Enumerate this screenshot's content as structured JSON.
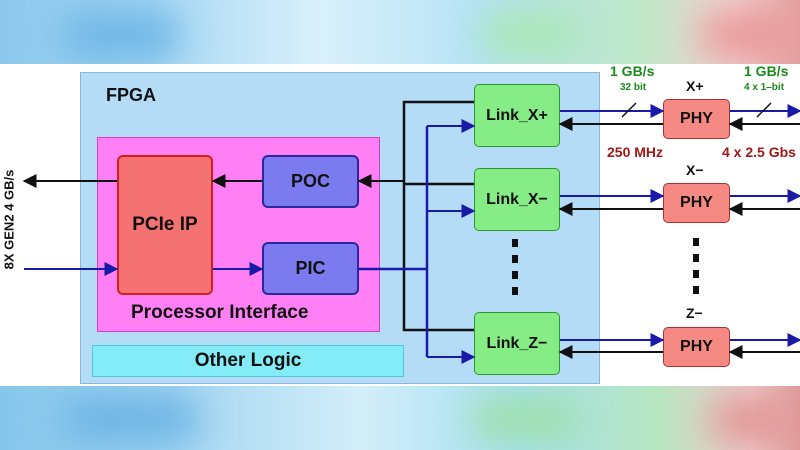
{
  "fpga_label": "FPGA",
  "blocks": {
    "pcie_ip": "PCIe IP",
    "poc": "POC",
    "pic": "PIC",
    "processor_interface": "Processor Interface",
    "other_logic": "Other Logic"
  },
  "links": [
    "Link_X+",
    "Link_X−",
    "Link_Z−"
  ],
  "phy_label": "PHY",
  "phy_ports": [
    "X+",
    "X−",
    "Z−"
  ],
  "annotations": {
    "left_bandwidth": "1 GB/s",
    "left_width": "32 bit",
    "right_bandwidth": "1 GB/s",
    "right_width": "4 x 1–bit",
    "clock": "250 MHz",
    "serdes_rate": "4 x 2.5 Gbs",
    "host_link": "8X GEN2 4 GB/s"
  },
  "colors": {
    "fpga_fill": "#b4dcf6",
    "processor_fill": "#ff80f4",
    "pcie_fill": "#f57272",
    "poc_pic_fill": "#7b7bef",
    "link_fill": "#86ec86",
    "phy_fill": "#f58a84",
    "other_logic_fill": "#83ecf6",
    "blue_wire": "#1a1aa8",
    "green_text": "#1a8a1a",
    "red_text": "#a01818"
  }
}
